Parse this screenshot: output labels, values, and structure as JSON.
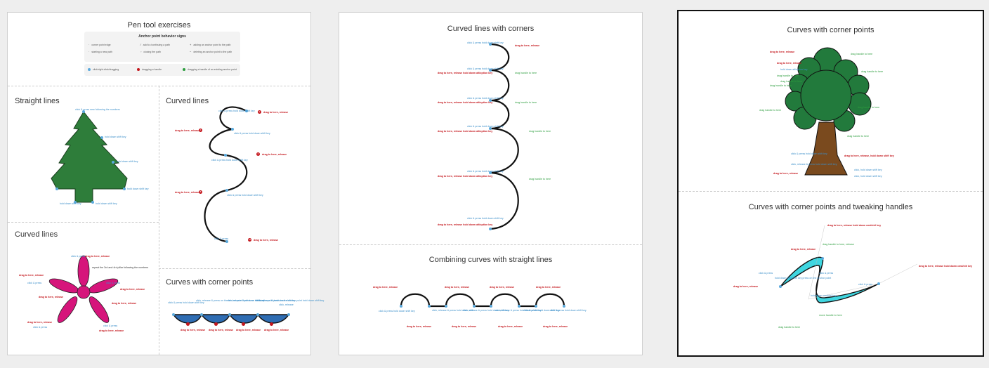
{
  "sheet1": {
    "title": "Pen tool exercises",
    "legend": {
      "title": "Anchor point behavior signs",
      "signs": [
        "corner point edge",
        "starting a new path",
        "add to /continuing a path",
        "closing the path",
        "adding an anchor point to the path",
        "deleting an anchor point to the path"
      ],
      "dots": [
        {
          "label": "click/right-click/dragging",
          "color": "#5aa9dc"
        },
        {
          "label": "dragging a handle",
          "color": "#c4161c"
        },
        {
          "label": "dragging a handle of an existing anchor point",
          "color": "#2e9e3f"
        }
      ]
    },
    "straight_lines": {
      "title": "Straight lines",
      "top_note": "click & press new following the numbers",
      "notes": [
        "hold down shift key",
        "hold down shift key",
        "hold down shift key",
        "hold down shift key",
        "hold down shift key"
      ]
    },
    "curved_lines_right": {
      "title": "Curved lines",
      "top_note": "click & press hold down shift key",
      "red_notes": [
        "drag to here, release",
        "drag to here, release",
        "drag to here, release",
        "drag to here, release",
        "drag to here, release"
      ],
      "blue_notes": [
        "click & press hold down shift key",
        "click & press hold down shift key",
        "click & press hold down shift key",
        "click & press"
      ],
      "badges": [
        "2",
        "4",
        "6",
        "8",
        "10"
      ]
    },
    "curved_lines_left": {
      "title": "Curved lines",
      "center_note": "repeat the 3rd and 4rd pillar following the numbers",
      "red_notes": [
        "drag to here, release",
        "drag to here, release",
        "drag to here, release",
        "drag to here, release",
        "drag to here, release",
        "drag to here, release",
        "drag to here, release"
      ],
      "blue_notes": [
        "click & press",
        "click & press",
        "click & press",
        "click & press",
        "click & press"
      ]
    },
    "curves_corner": {
      "title": "Curves with corner points",
      "top_notes": [
        "click & press hold down shift key",
        "click, release & press on the anchor point hold down shift key",
        "click, release & press on the anchor point hold down shift key",
        "click, release & press on the anchor point hold down shift key",
        "click, release"
      ],
      "bottom_notes": [
        "drag to here, release",
        "drag to here, release",
        "drag to here, release",
        "drag to here, release"
      ],
      "fill": "#2f6db3"
    },
    "tree_fill": "#2e7d3a",
    "flower_fill": "#d6157b"
  },
  "sheet2": {
    "title1": "Curved lines with corners",
    "title2": "Combining curves with straight lines",
    "red_notes": [
      "drag to here, release",
      "drag to here, release hold down alt/option key",
      "drag to here, release hold down alt/option key",
      "drag to here, release hold down alt/option key",
      "drag to here, release hold down alt/option key",
      "drag to here, release hold down alt/option key"
    ],
    "blue_notes": [
      "click & press hold down shift key",
      "click & press hold down shift key",
      "click & press hold down shift key",
      "click & press hold down shift key",
      "click & press hold down shift key",
      "click & press hold down shift key"
    ],
    "green_notes": [
      "drag handle to here",
      "drag handle to here",
      "drag handle to here",
      "drag handle to here"
    ],
    "bottom_red": [
      "drag to here, release",
      "drag to here, release",
      "drag to here, release",
      "drag to here, release",
      "drag to here, release",
      "drag to here, release",
      "drag to here, release",
      "drag to here, release"
    ],
    "bottom_blue": [
      "click & press hold down shift key",
      "click, release & press hold down shift",
      "click, release & press hold down shift key",
      "click, release & press hold down shift key",
      "click & press hold down shift key",
      "click & press hold down shift key"
    ]
  },
  "sheet3": {
    "title1": "Curves with corner points",
    "title2": "Curves with corner points and tweaking handles",
    "tree_red": [
      "drag to here, release",
      "drag to here, release",
      "drag to here, release, hold down shift key",
      "drag to here, release"
    ],
    "tree_blue": [
      "hold down alt/option key",
      "click & press hold down shift key",
      "click, release & press hold down shift key",
      "click, hold down shift key",
      "click, hold down shift key"
    ],
    "tree_green": [
      "drag handle to here",
      "drag handle to here",
      "drag handle to here",
      "drag handle to here",
      "drag handle to here",
      "drag handle to here",
      "drag handle to here",
      "drag handle to here"
    ],
    "tweak_red": [
      "drag to here, release hold down cmd/ctrl key",
      "drag to here, release",
      "drag to here, release hold down cmd/ctrl key",
      "drag to here, release"
    ],
    "tweak_blue": [
      "click & press",
      "click & press",
      "click & press",
      "hold down alt/option key press on the anchor point",
      "hold down cmd/ctrl key"
    ],
    "tweak_green": [
      "drag handle to here, release",
      "drag handle to here",
      "move handle to here"
    ],
    "canopy_fill": "#227a3c",
    "trunk_fill": "#7a4a1e",
    "ribbon_fill": "#3fd6e0"
  }
}
